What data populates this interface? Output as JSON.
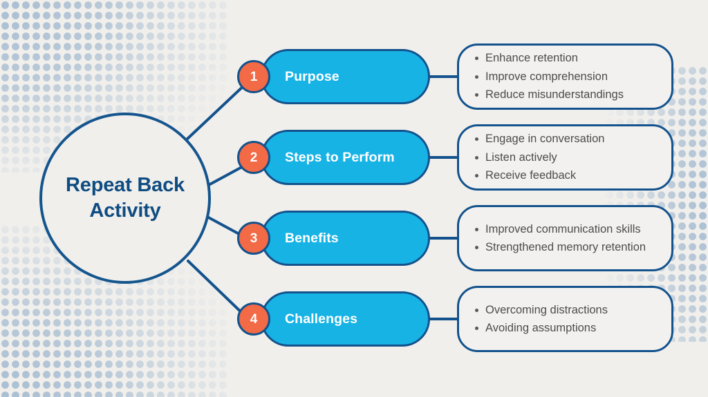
{
  "diagram": {
    "center": {
      "title": "Repeat Back Activity",
      "line1": "Repeat Back",
      "line2": "Activity"
    },
    "colors": {
      "background": "#f0efec",
      "pill_fill": "#18b3e5",
      "outline_blue": "#13528c",
      "badge_orange": "#f26a46",
      "title_blue": "#0f4c81",
      "bullet_text": "#4c4c4c",
      "halftone_dot": "#a9bed2"
    },
    "branches": [
      {
        "number": "1",
        "label": "Purpose",
        "bullets": [
          "Enhance retention",
          "Improve comprehension",
          "Reduce misunderstandings"
        ]
      },
      {
        "number": "2",
        "label": "Steps to Perform",
        "bullets": [
          "Engage in conversation",
          "Listen actively",
          "Receive feedback"
        ]
      },
      {
        "number": "3",
        "label": "Benefits",
        "bullets": [
          "Improved communication skills",
          "Strengthened memory retention"
        ]
      },
      {
        "number": "4",
        "label": "Challenges",
        "bullets": [
          "Overcoming distractions",
          "Avoiding assumptions"
        ]
      }
    ]
  }
}
